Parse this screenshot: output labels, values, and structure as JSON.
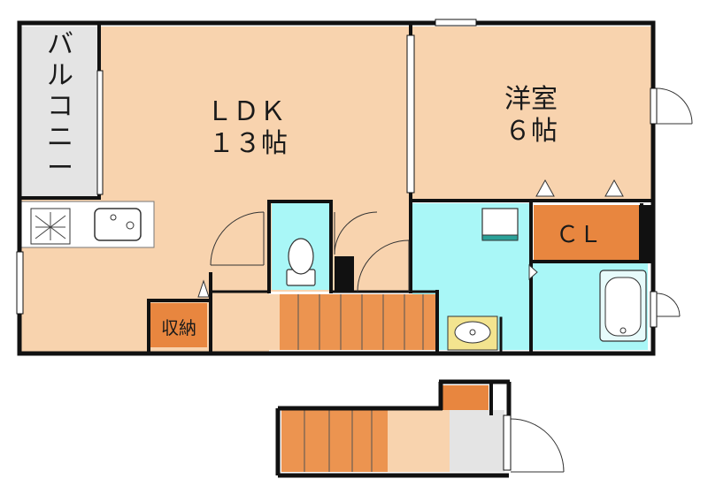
{
  "labels": {
    "balcony": "バルコニー",
    "ldk_name": "ＬＤＫ",
    "ldk_size": "１３帖",
    "western_name": "洋室",
    "western_size": "６帖",
    "closet": "ＣＬ",
    "storage": "収納"
  },
  "colors": {
    "wall": "#111111",
    "floor_wood": "#f8d3ae",
    "balcony": "#e4e4e4",
    "wet_area": "#a9f7f7",
    "storage_orange": "#e8863f",
    "stair_orange": "#ec9450",
    "washbasin": "#f3e48f"
  }
}
